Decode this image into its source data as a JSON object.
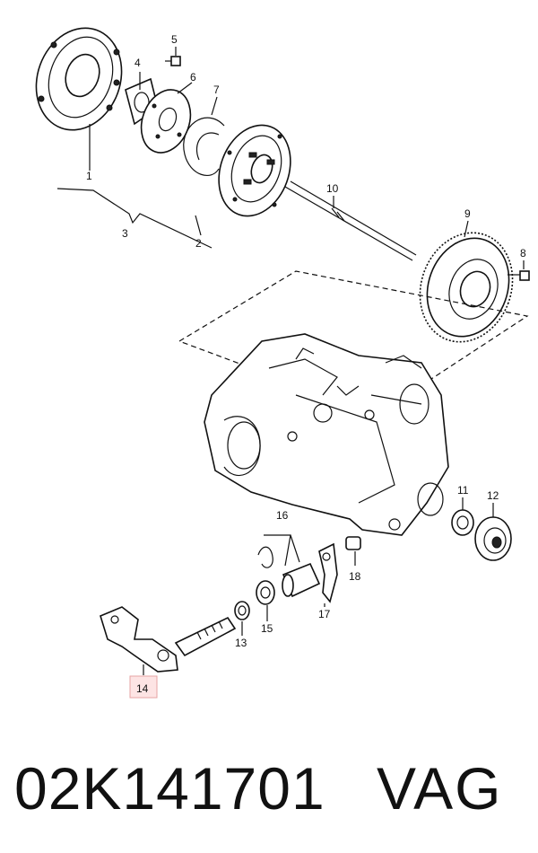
{
  "diagram": {
    "callouts": [
      "1",
      "2",
      "3",
      "4",
      "5",
      "6",
      "7",
      "8",
      "9",
      "10",
      "11",
      "12",
      "13",
      "14",
      "15",
      "16",
      "17",
      "18"
    ],
    "highlighted_callout": "14"
  },
  "footer": {
    "part_number": "02K141701",
    "brand": "VAG"
  }
}
